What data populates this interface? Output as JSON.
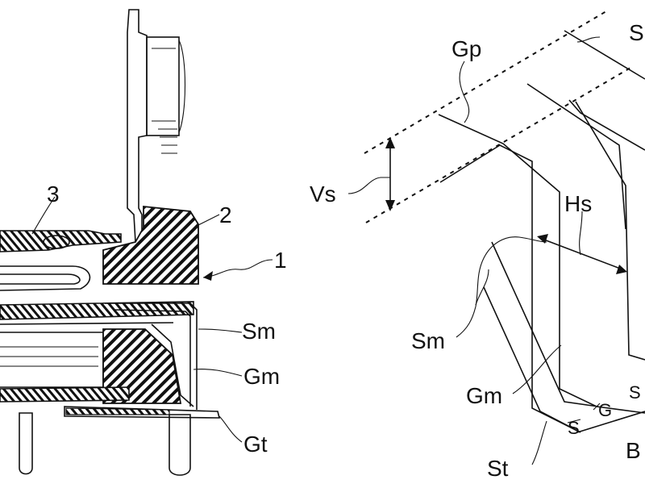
{
  "left_figure": {
    "labels": {
      "part_3": "3",
      "part_2": "2",
      "part_1": "1",
      "sm": "Sm",
      "gm": "Gm",
      "gt": "Gt"
    }
  },
  "right_figure": {
    "labels": {
      "gp": "Gp",
      "s_top": "S",
      "vs": "Vs",
      "hs": "Hs",
      "sm": "Sm",
      "gm": "Gm",
      "st": "St",
      "s_bottom": "S",
      "g": "G",
      "s_right": "S",
      "b": "B"
    }
  }
}
